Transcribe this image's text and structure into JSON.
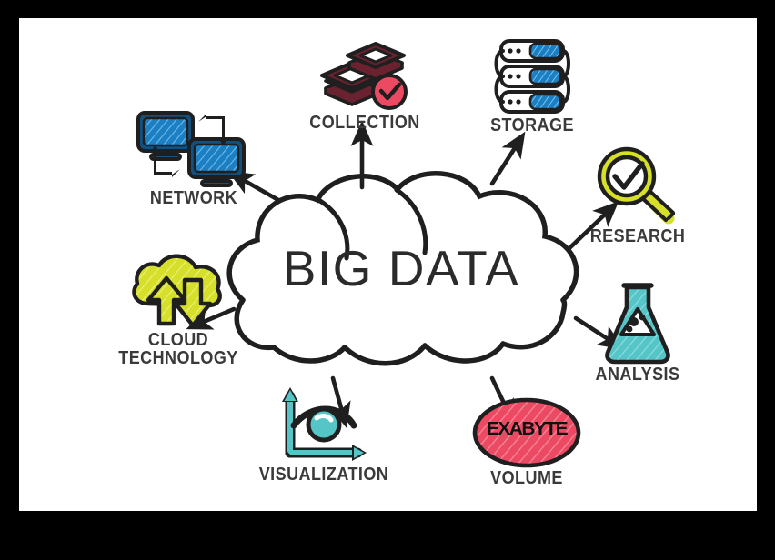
{
  "image": {
    "title": "BIG DATA",
    "style": "hand-drawn sketch infographic",
    "frame_color": "#000000",
    "canvas_color": "#ffffff"
  },
  "center": {
    "label": "BIG DATA",
    "shape": "cloud",
    "outline_color": "#1f1f1f"
  },
  "palette": {
    "dark": "#2b2b2b",
    "label_gray": "#3a3a3a",
    "blue": "#1b7fc4",
    "blue_dark": "#12507f",
    "yellow_green": "#d6df2a",
    "teal": "#55c5c8",
    "pink": "#ec4a63",
    "pink_dark": "#6b2230",
    "white": "#ffffff"
  },
  "nodes": [
    {
      "id": "collection",
      "label": "COLLECTION",
      "icon": "stacked-layers-check-icon",
      "colors": [
        "#6b2230",
        "#ec4a63"
      ],
      "position": "top-center"
    },
    {
      "id": "storage",
      "label": "STORAGE",
      "icon": "server-rack-icon",
      "colors": [
        "#1b7fc4",
        "#2b2b2b"
      ],
      "position": "top-right"
    },
    {
      "id": "network",
      "label": "NETWORK",
      "icon": "two-monitors-arrows-icon",
      "colors": [
        "#1b7fc4",
        "#2b2b2b"
      ],
      "position": "top-left"
    },
    {
      "id": "research",
      "label": "RESEARCH",
      "icon": "magnifier-check-icon",
      "colors": [
        "#d6df2a"
      ],
      "position": "right-upper"
    },
    {
      "id": "analysis",
      "label": "ANALYSIS",
      "icon": "flask-icon",
      "colors": [
        "#55c5c8"
      ],
      "position": "right-lower"
    },
    {
      "id": "volume",
      "label": "VOLUME",
      "icon": "exabyte-ellipse-icon",
      "badge_text": "EXABYTE",
      "colors": [
        "#ec4a63"
      ],
      "position": "bottom-right"
    },
    {
      "id": "visualization",
      "label": "VISUALIZATION",
      "icon": "eye-chart-axes-icon",
      "colors": [
        "#55c5c8"
      ],
      "position": "bottom-left"
    },
    {
      "id": "cloud_technology",
      "label_line1": "CLOUD",
      "label_line2": "TECHNOLOGY",
      "label": "CLOUD TECHNOLOGY",
      "icon": "cloud-upload-download-icon",
      "colors": [
        "#d6df2a"
      ],
      "position": "left-lower"
    }
  ]
}
